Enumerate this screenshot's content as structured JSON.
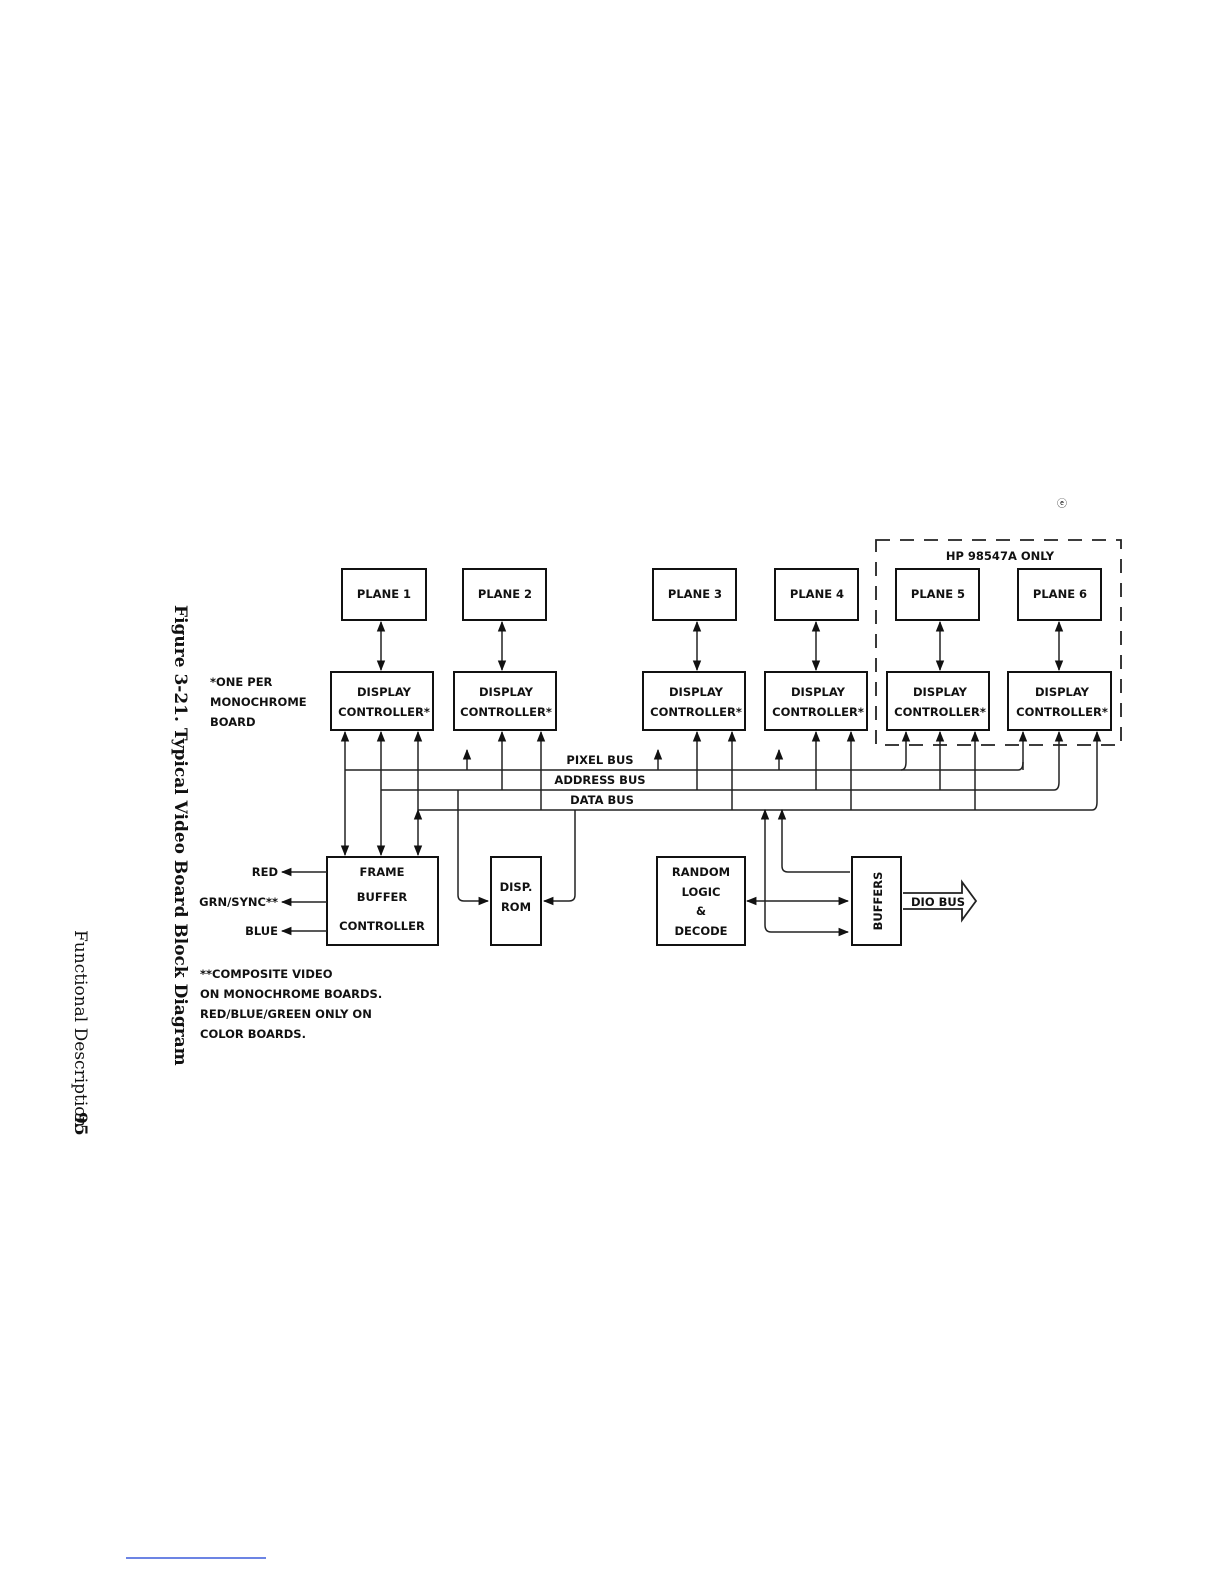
{
  "figure_caption": "Figure 3-21. Typical Video Board Block Diagram",
  "footer": {
    "section": "Functional Description",
    "page_number": "95"
  },
  "hp_only_label": "HP 98547A ONLY",
  "planes": [
    "PLANE 1",
    "PLANE 2",
    "PLANE 3",
    "PLANE 4",
    "PLANE 5",
    "PLANE 6"
  ],
  "display_controller": {
    "line1": "DISPLAY",
    "line2": "CONTROLLER*"
  },
  "note_one_per": [
    "*ONE PER",
    "MONOCHROME",
    "BOARD"
  ],
  "buses": {
    "pixel": "PIXEL BUS",
    "address": "ADDRESS BUS",
    "data": "DATA BUS",
    "dio": "DIO BUS"
  },
  "frame_buffer": {
    "line1": "FRAME",
    "line2": "BUFFER",
    "line3": "CONTROLLER"
  },
  "disp_rom": {
    "line1": "DISP.",
    "line2": "ROM"
  },
  "random_logic": [
    "RANDOM",
    "LOGIC",
    "&",
    "DECODE"
  ],
  "buffers": "BUFFERS",
  "outputs": {
    "red": "RED",
    "grn": "GRN/SYNC**",
    "blue": "BLUE"
  },
  "note_composite": [
    "**COMPOSITE VIDEO",
    "ON MONOCHROME BOARDS.",
    "RED/BLUE/GREEN ONLY ON",
    "COLOR BOARDS."
  ],
  "stray_mark": "ⓔ"
}
